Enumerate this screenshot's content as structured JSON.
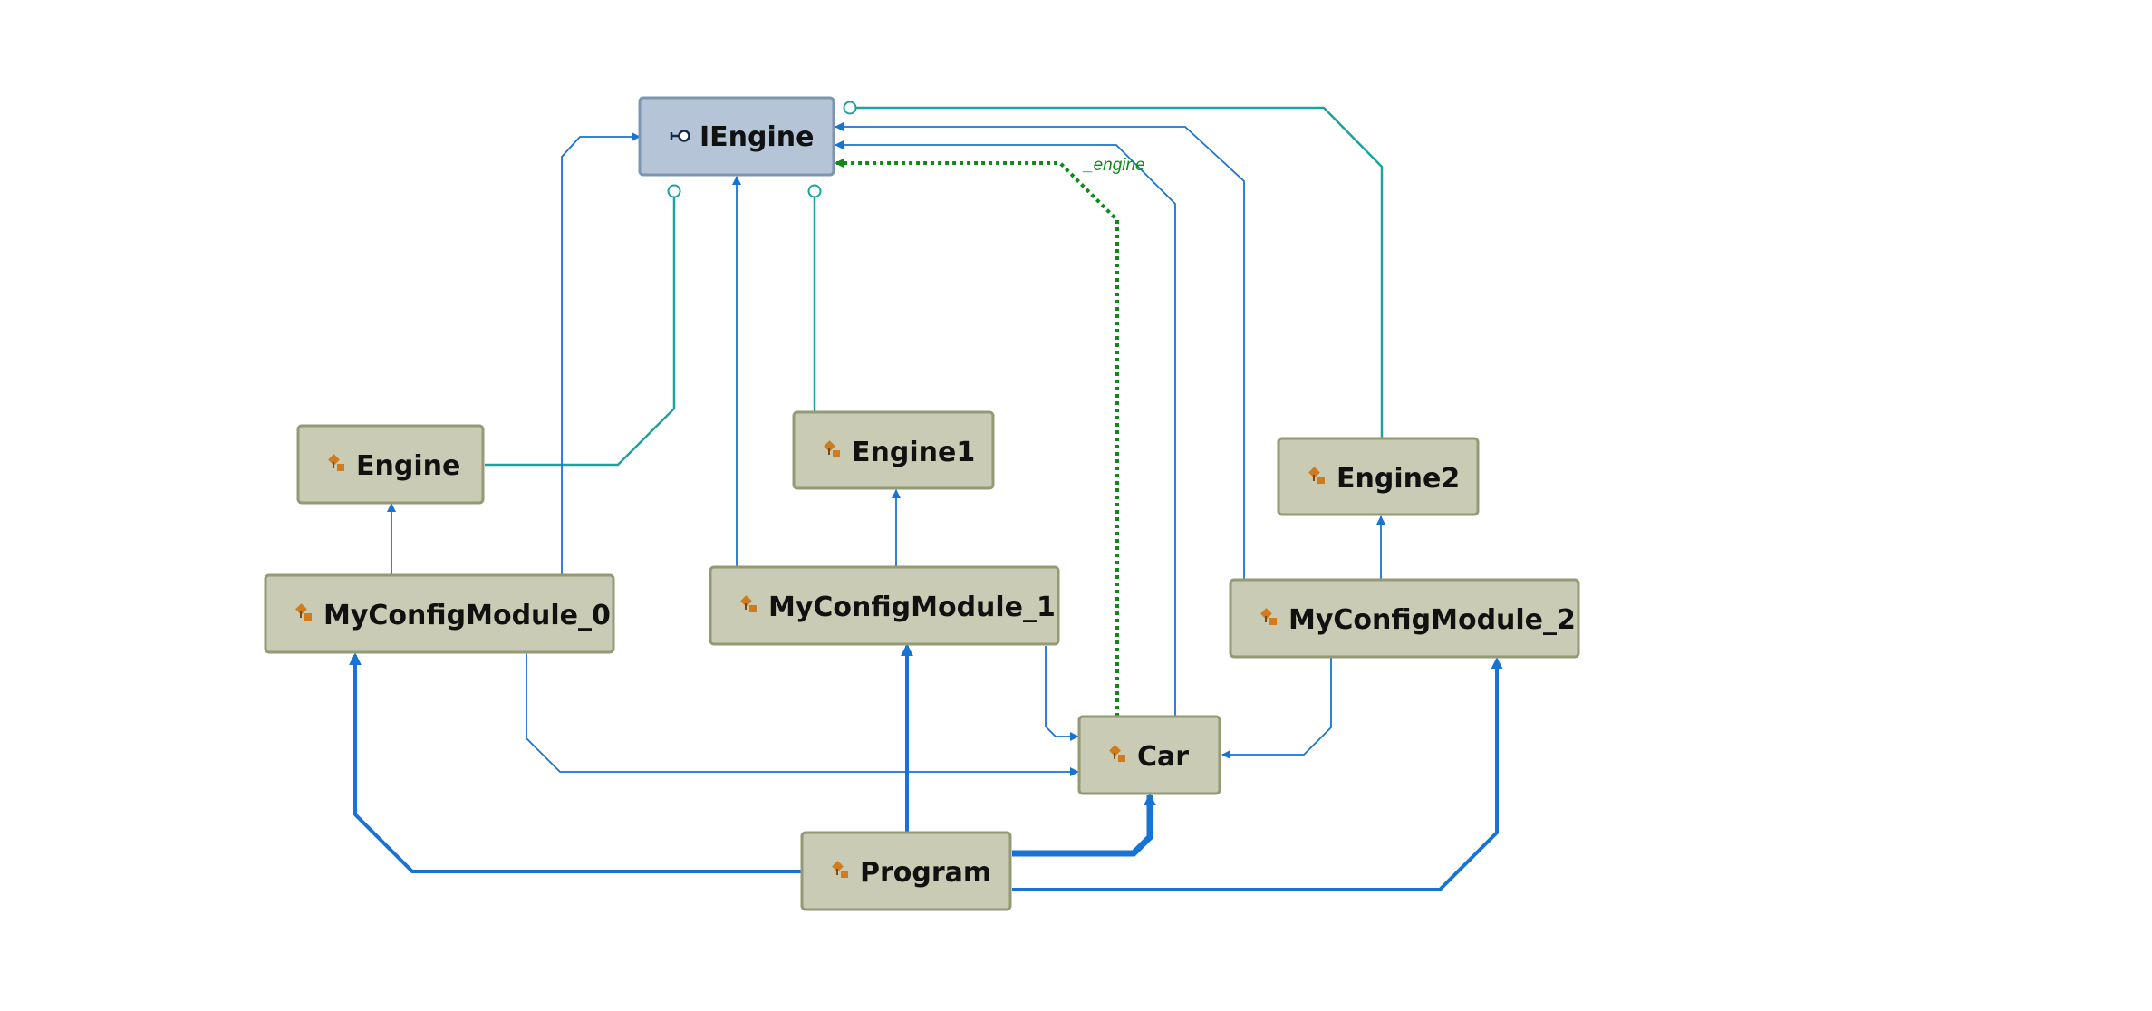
{
  "colors": {
    "background": "#ffffff",
    "interface_fill": "#b5c4d6",
    "interface_border": "#7d95b0",
    "class_fill": "#c9cbb4",
    "class_border": "#949a74",
    "dependency": "#1874d2",
    "implementation": "#1ca39e",
    "field_reference": "#0f8a18",
    "icon_orange": "#d07c1e"
  },
  "nodes": {
    "iengine": {
      "label": "IEngine",
      "kind": "interface",
      "icon": "interface-icon"
    },
    "engine": {
      "label": "Engine",
      "kind": "class",
      "icon": "class-icon"
    },
    "engine1": {
      "label": "Engine1",
      "kind": "class",
      "icon": "class-icon"
    },
    "engine2": {
      "label": "Engine2",
      "kind": "class",
      "icon": "class-icon"
    },
    "myconfigmodule0": {
      "label": "MyConfigModule_0",
      "kind": "class",
      "icon": "class-icon"
    },
    "myconfigmodule1": {
      "label": "MyConfigModule_1",
      "kind": "class",
      "icon": "class-icon"
    },
    "myconfigmodule2": {
      "label": "MyConfigModule_2",
      "kind": "class",
      "icon": "class-icon"
    },
    "car": {
      "label": "Car",
      "kind": "class",
      "icon": "class-icon"
    },
    "program": {
      "label": "Program",
      "kind": "class",
      "icon": "class-icon"
    }
  },
  "edges": [
    {
      "id": "engine-implements-iengine",
      "from": "Engine",
      "to": "IEngine",
      "kind": "implementation"
    },
    {
      "id": "engine1-implements-iengine",
      "from": "Engine1",
      "to": "IEngine",
      "kind": "implementation"
    },
    {
      "id": "engine2-implements-iengine",
      "from": "Engine2",
      "to": "IEngine",
      "kind": "implementation"
    },
    {
      "id": "mcm0-to-iengine",
      "from": "MyConfigModule_0",
      "to": "IEngine",
      "kind": "dependency"
    },
    {
      "id": "mcm1-to-iengine",
      "from": "MyConfigModule_1",
      "to": "IEngine",
      "kind": "dependency"
    },
    {
      "id": "mcm2-to-iengine",
      "from": "MyConfigModule_2",
      "to": "IEngine",
      "kind": "dependency"
    },
    {
      "id": "car-to-iengine",
      "from": "Car",
      "to": "IEngine",
      "kind": "dependency"
    },
    {
      "id": "car-field-iengine",
      "from": "Car",
      "to": "IEngine",
      "kind": "field",
      "label": "_engine"
    },
    {
      "id": "mcm0-to-engine",
      "from": "MyConfigModule_0",
      "to": "Engine",
      "kind": "dependency"
    },
    {
      "id": "mcm1-to-engine1",
      "from": "MyConfigModule_1",
      "to": "Engine1",
      "kind": "dependency"
    },
    {
      "id": "mcm2-to-engine2",
      "from": "MyConfigModule_2",
      "to": "Engine2",
      "kind": "dependency"
    },
    {
      "id": "mcm0-to-car",
      "from": "MyConfigModule_0",
      "to": "Car",
      "kind": "dependency"
    },
    {
      "id": "mcm1-to-car",
      "from": "MyConfigModule_1",
      "to": "Car",
      "kind": "dependency"
    },
    {
      "id": "mcm2-to-car",
      "from": "MyConfigModule_2",
      "to": "Car",
      "kind": "dependency"
    },
    {
      "id": "program-to-mcm0",
      "from": "Program",
      "to": "MyConfigModule_0",
      "kind": "dependency-strong"
    },
    {
      "id": "program-to-mcm1",
      "from": "Program",
      "to": "MyConfigModule_1",
      "kind": "dependency-strong"
    },
    {
      "id": "program-to-mcm2",
      "from": "Program",
      "to": "MyConfigModule_2",
      "kind": "dependency-strong"
    },
    {
      "id": "program-to-car",
      "from": "Program",
      "to": "Car",
      "kind": "dependency-strongest"
    }
  ]
}
